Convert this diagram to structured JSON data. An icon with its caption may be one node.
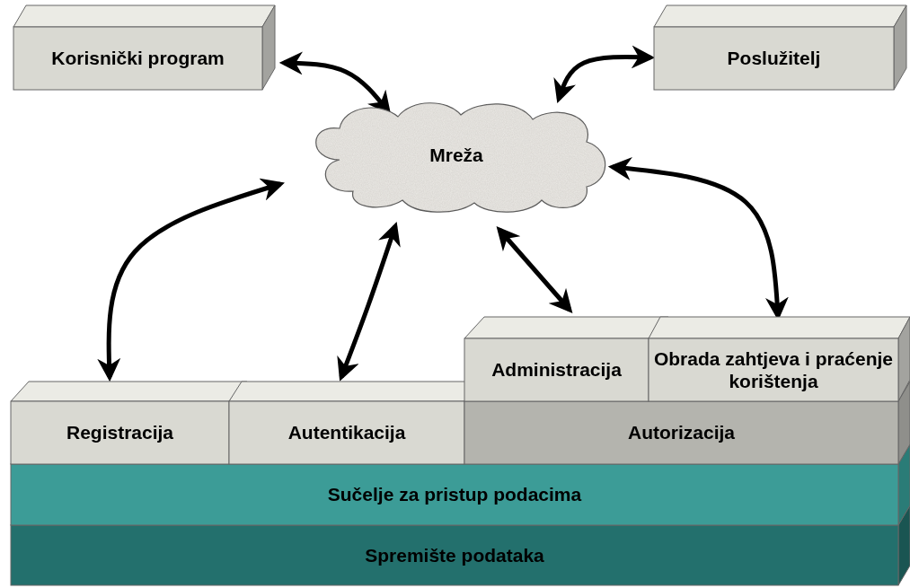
{
  "diagram": {
    "nodes": [
      {
        "text": [
          "Korisnički program"
        ]
      },
      {
        "text": [
          "Poslužitelj"
        ]
      },
      {
        "text": [
          "Mreža"
        ]
      },
      {
        "text": [
          "Registracija"
        ]
      },
      {
        "text": [
          "Autentikacija"
        ]
      },
      {
        "text": [
          "Administracija"
        ]
      },
      {
        "text": [
          "Obrada zahtjeva i praćenje korištenja"
        ]
      },
      {
        "text": [
          "Autorizacija"
        ]
      },
      {
        "text": [
          "Sučelje za pristup podacima"
        ]
      },
      {
        "text": [
          "Spremište podataka"
        ]
      }
    ],
    "edges": [
      {
        "from": 0,
        "to": 2,
        "arrow": "both"
      },
      {
        "from": 1,
        "to": 2,
        "arrow": "both"
      },
      {
        "from": 2,
        "to": 3,
        "arrow": "both"
      },
      {
        "from": 2,
        "to": 4,
        "arrow": "both"
      },
      {
        "from": 2,
        "to": 5,
        "arrow": "both"
      },
      {
        "from": 2,
        "to": 6,
        "arrow": "both"
      }
    ]
  }
}
